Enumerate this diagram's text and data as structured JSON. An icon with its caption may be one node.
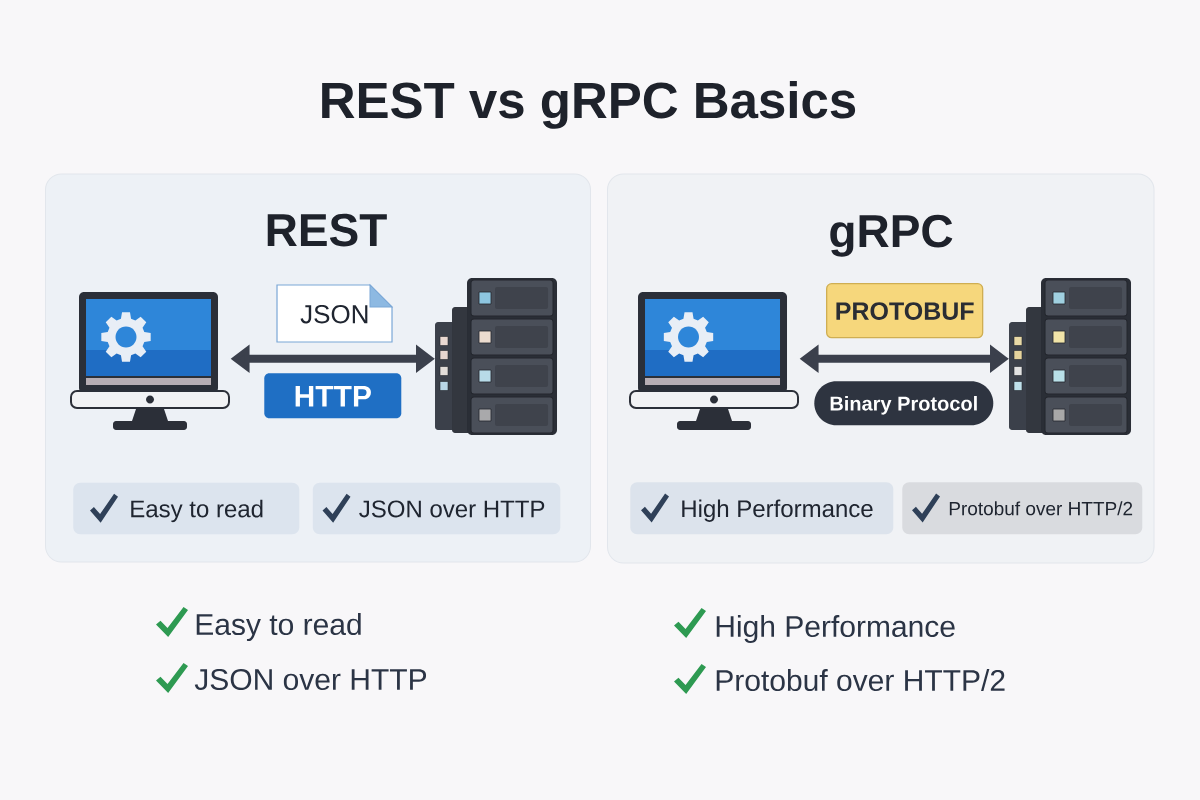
{
  "diagram": {
    "title": "REST vs gRPC Basics",
    "nodes": [
      {
        "text": [
          "REST"
        ]
      },
      {
        "text": [],
        "shape": "picture",
        "in": 0
      },
      {
        "text": [
          "JSON"
        ],
        "in": 0
      },
      {
        "text": [
          "HTTP"
        ],
        "in": 0
      },
      {
        "text": [],
        "shape": "picture",
        "in": 0
      },
      {
        "text": [
          "Easy to read"
        ],
        "in": 0
      },
      {
        "text": [
          "JSON over HTTP"
        ],
        "in": 0
      },
      {
        "text": [
          "gRPC"
        ]
      },
      {
        "text": [],
        "shape": "picture",
        "in": 7
      },
      {
        "text": [
          "PROTOBUF"
        ],
        "in": 7
      },
      {
        "text": [
          "Binary Protocol"
        ],
        "in": 7
      },
      {
        "text": [],
        "shape": "picture",
        "in": 7
      },
      {
        "text": [
          "High Performance"
        ],
        "in": 7
      },
      {
        "text": [
          "Protobuf over HTTP/2"
        ],
        "in": 7
      }
    ],
    "edges": [
      {
        "from": 1,
        "to": 4,
        "arrow": "both"
      },
      {
        "from": 8,
        "to": 11,
        "arrow": "both"
      }
    ],
    "labels": [
      "Easy to read",
      "High Performance",
      "JSON over HTTP",
      "Protobuf over HTTP/2"
    ]
  }
}
